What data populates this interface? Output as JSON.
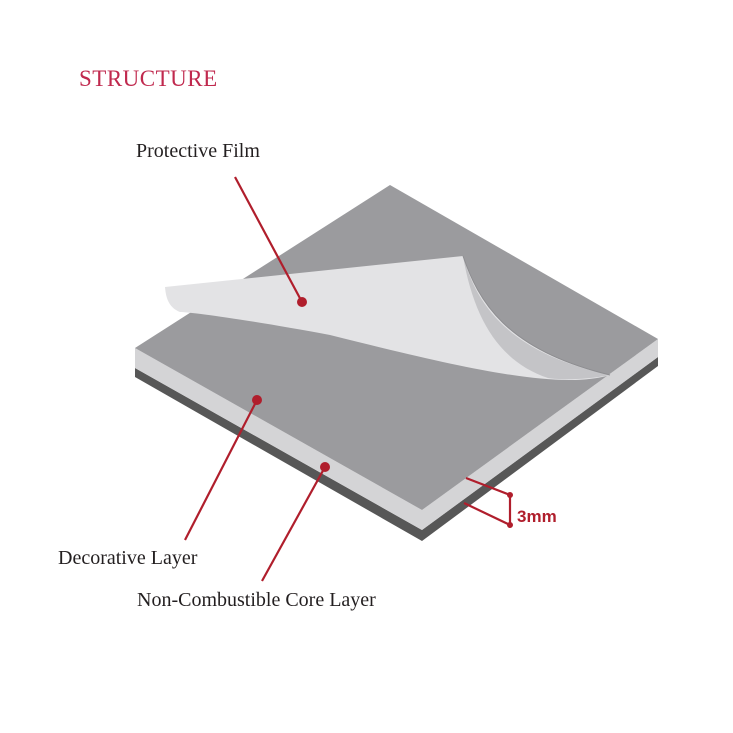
{
  "title": "STRUCTURE",
  "labels": {
    "protective_film": "Protective Film",
    "decorative_layer": "Decorative Layer",
    "core_layer": "Non-Combustible Core Layer",
    "thickness": "3mm"
  },
  "colors": {
    "accent": "#c0294e",
    "leader": "#b01e2c",
    "panel_top": "#9b9b9e",
    "panel_light_edge": "#d4d4d6",
    "panel_dark_edge": "#575757",
    "film": "#e3e3e5",
    "text": "#231f20"
  }
}
